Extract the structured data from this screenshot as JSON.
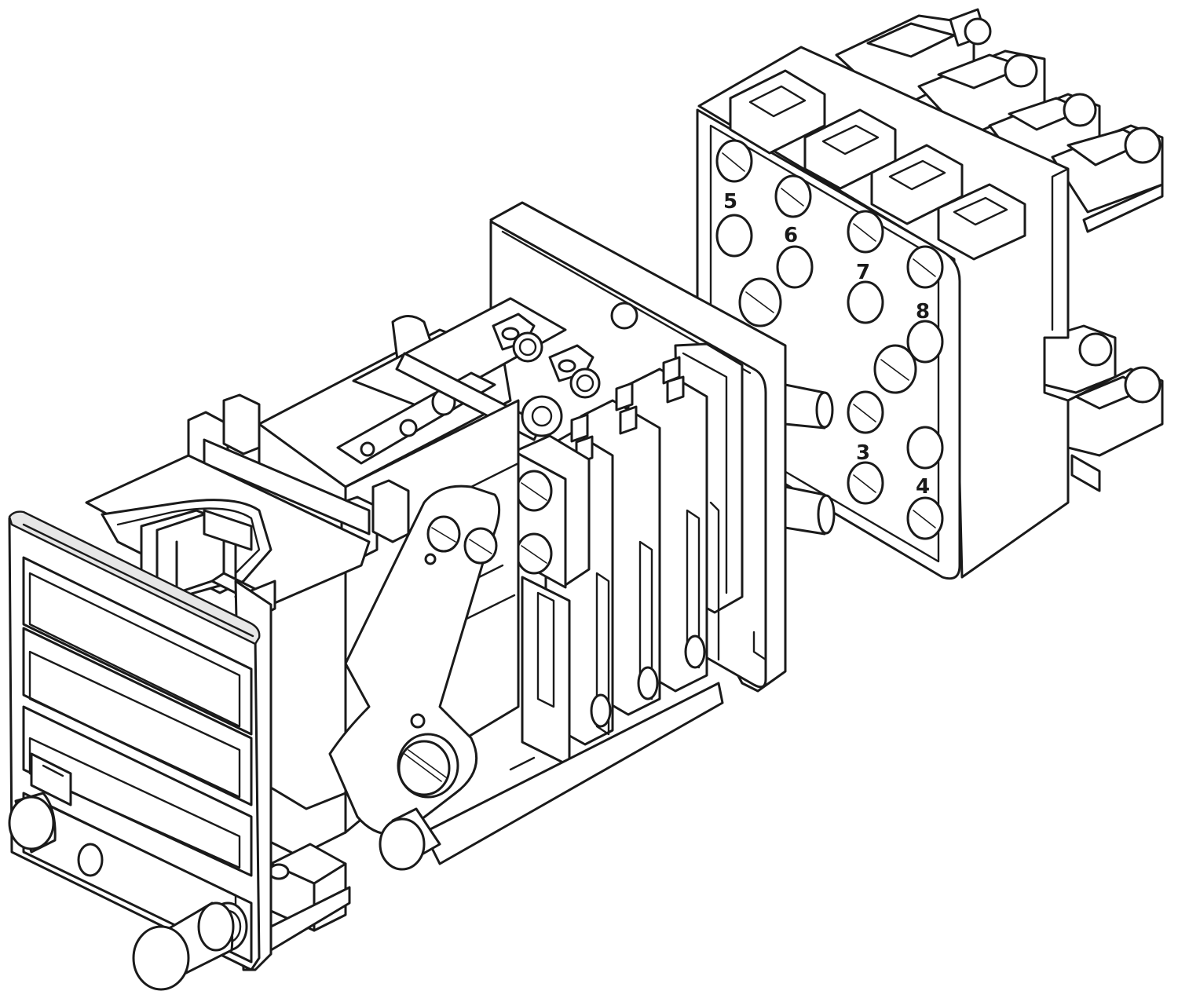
{
  "terminal_labels": [
    "5",
    "6",
    "7",
    "8",
    "3",
    "4"
  ],
  "colors": {
    "line": "#1a1a1a",
    "background": "#ffffff",
    "shade": "#e6e6e6"
  }
}
